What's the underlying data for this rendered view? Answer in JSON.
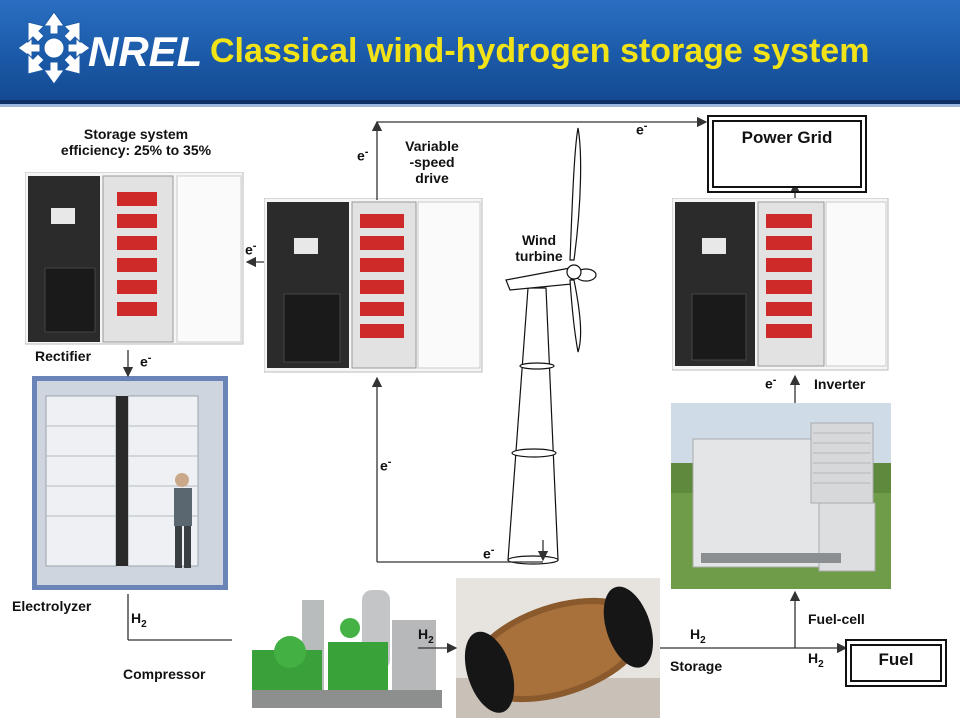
{
  "slide": {
    "title": "Classical wind-hydrogen storage system",
    "logo_text": "NREL"
  },
  "labels": {
    "efficiency": "Storage system\nefficiency: 25% to 35%",
    "variable_speed_drive": "Variable\n-speed\ndrive",
    "wind_turbine": "Wind\nturbine",
    "power_grid": "Power Grid",
    "rectifier": "Rectifier",
    "inverter": "Inverter",
    "electrolyzer": "Electrolyzer",
    "compressor": "Compressor",
    "storage": "Storage",
    "fuel_cell": "Fuel-cell",
    "fuel": "Fuel"
  },
  "flow_labels": {
    "electron": "e",
    "electron_sup": "-",
    "hydrogen": "H",
    "hydrogen_sub": "2"
  },
  "colors": {
    "header_blue": "#1b5aa8",
    "title_yellow": "#f2e318",
    "arrow": "#333333"
  }
}
